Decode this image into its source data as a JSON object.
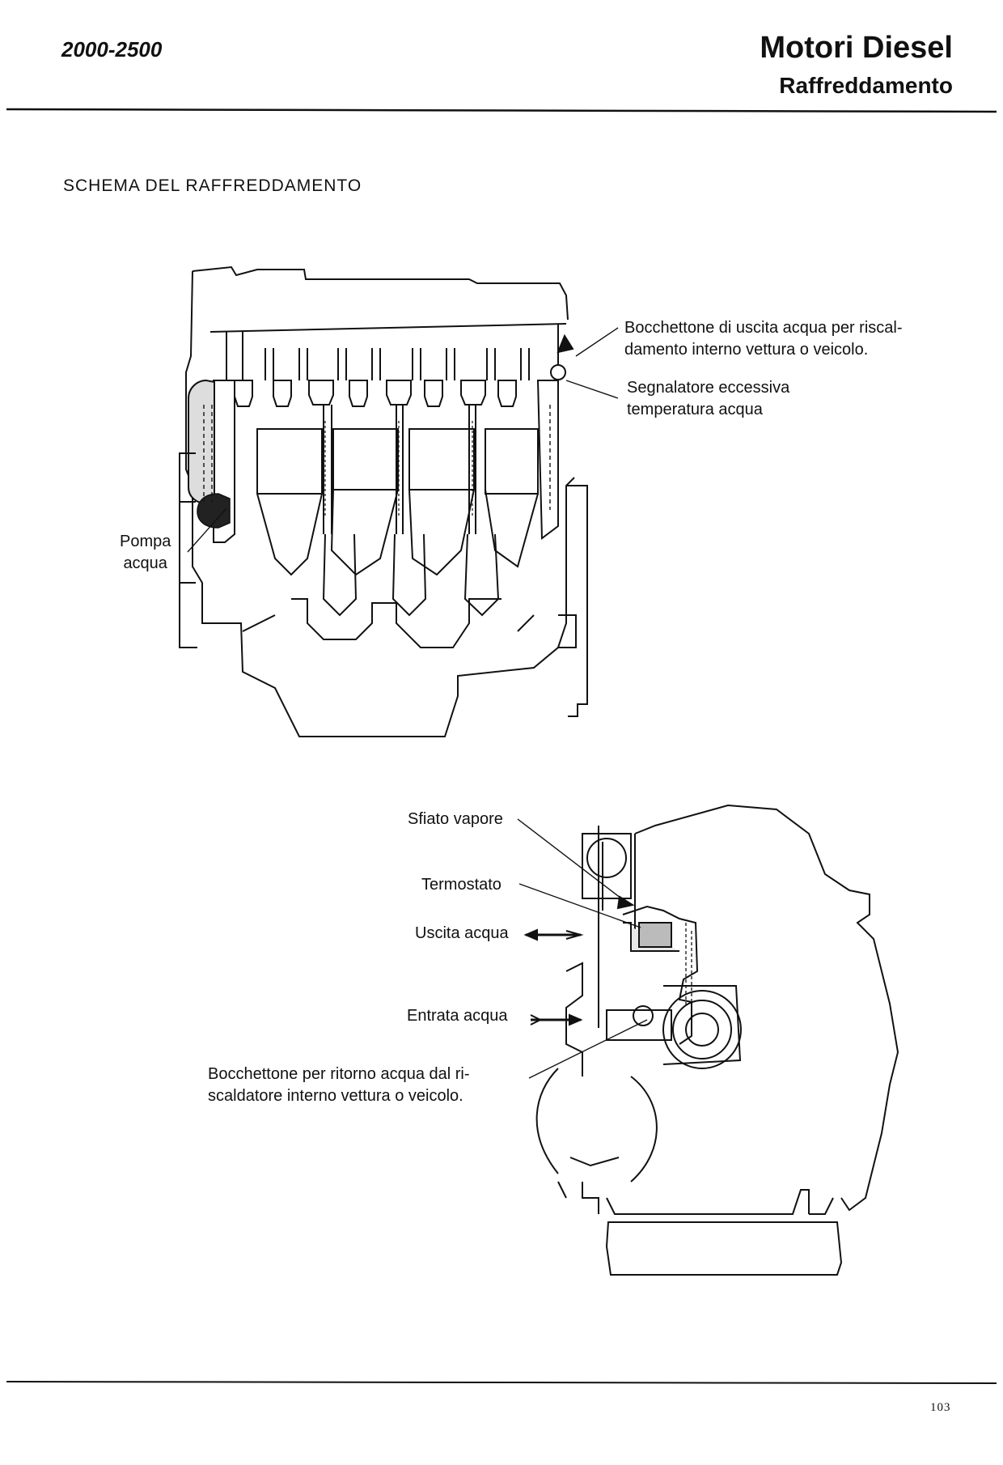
{
  "header": {
    "model": "2000-2500",
    "title": "Motori Diesel",
    "subtitle": "Raffreddamento"
  },
  "section_title": "SCHEMA DEL RAFFREDDAMENTO",
  "diagram_top": {
    "labels": {
      "water_outlet_heating": "Bocchettone di uscita acqua per riscal-\ndamento interno vettura o veicolo.",
      "temp_sensor": "Segnalatore eccessiva\ntemperatura acqua",
      "water_pump": "Pompa\nacqua"
    }
  },
  "diagram_bottom": {
    "labels": {
      "steam_vent": "Sfiato vapore",
      "thermostat": "Termostato",
      "water_out": "Uscita acqua",
      "water_in": "Entrata acqua",
      "return_heater": "Bocchettone per ritorno acqua dal ri-\nscaldatore interno vettura o veicolo."
    }
  },
  "footer": {
    "page_number": "103"
  }
}
